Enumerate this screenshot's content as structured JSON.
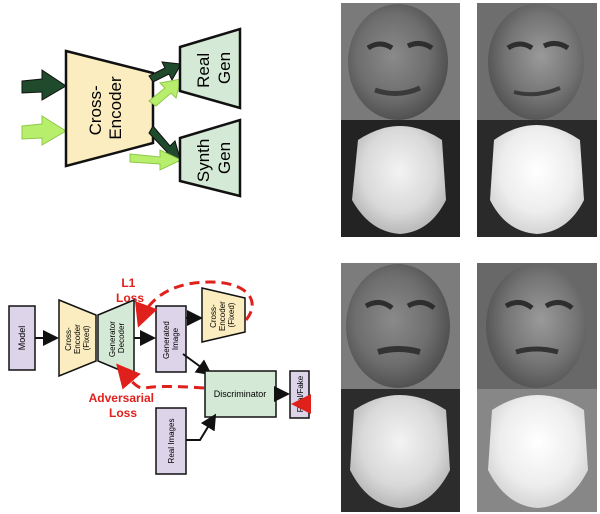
{
  "top_diagram": {
    "cross_encoder": [
      "Cross-",
      "Encoder"
    ],
    "real_gen": [
      "Real",
      "Gen"
    ],
    "synth_gen": [
      "Synth",
      "Gen"
    ]
  },
  "bottom_diagram": {
    "model": "Model",
    "cross_encoder_fixed_1": [
      "Cross-",
      "Encoder",
      "(Fixed)"
    ],
    "generator_decoder": [
      "Generator",
      "Decoder"
    ],
    "generated_image": [
      "Generated",
      "Image"
    ],
    "cross_encoder_fixed_2": [
      "Cross-",
      "Encoder",
      "(Fixed)"
    ],
    "discriminator": "Discriminator",
    "real_images": "Real Images",
    "real_fake": "Real/Fake",
    "l1_loss": [
      "L1",
      "Loss"
    ],
    "adversarial_loss": [
      "Adversarial",
      "Loss"
    ]
  },
  "colors": {
    "encoder_fill": "#fbedbf",
    "generator_fill": "#d5ead6",
    "input_fill": "#ddd4ea",
    "dark_arrow": "#1f4a2b",
    "light_arrow": "#b7ee6c",
    "loss_red": "#e0201b"
  },
  "photos": [
    "face-image-top-left",
    "face-image-top-right",
    "face-image-bottom-left",
    "face-image-bottom-right"
  ]
}
